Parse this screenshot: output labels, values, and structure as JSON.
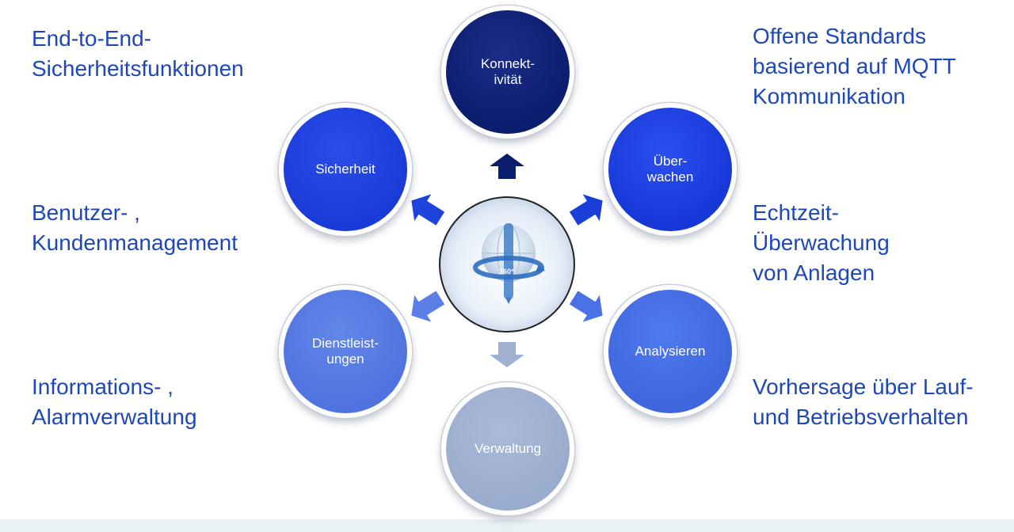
{
  "labels": {
    "top_left": "End-to-End-\nSicherheitsfunktionen",
    "mid_left": "Benutzer- ,\nKundenmanagement",
    "bottom_left": "Informations- ,\nAlarmverwaltung",
    "top_right": "Offene Standards\nbasierend auf MQTT\nKommunikation",
    "mid_right": "Echtzeit-\nÜberwachung\nvon Anlagen",
    "bottom_right": "Vorhersage über Lauf-\nund Betriebsverhalten"
  },
  "nodes": {
    "top": "Konnekt-\nivität",
    "upper_right": "Über-\nwachen",
    "lower_right": "Analysieren",
    "bottom": "Verwaltung",
    "lower_left": "Dienstleist-\nungen",
    "upper_left": "Sicherheit"
  },
  "hub": {
    "badge": "360°"
  },
  "colors": {
    "label_text": "#1e48b7",
    "node_top": "#0b1d6d",
    "node_upper_right": "#1638d6",
    "node_lower_right": "#3f66dd",
    "node_bottom": "#9aaccd",
    "node_lower_left": "#5073df",
    "node_upper_left": "#1a3bd8"
  }
}
